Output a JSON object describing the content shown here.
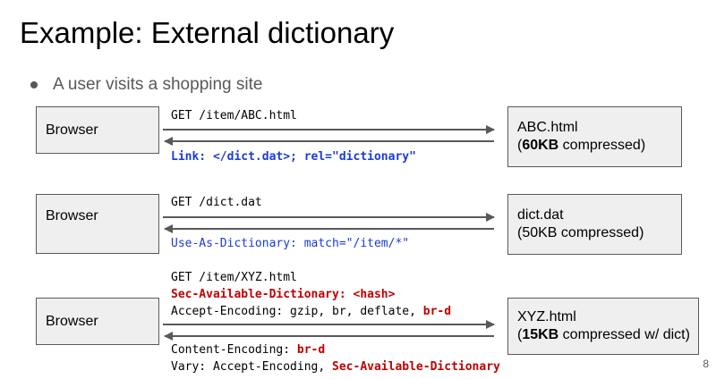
{
  "slide": {
    "title": "Example: External dictionary",
    "bullet": "A user visits a shopping site",
    "page_number": "8"
  },
  "rows": [
    {
      "left_box": "Browser",
      "right_box": {
        "line1": "ABC.html",
        "line2_bold": "60KB",
        "line2_rest": " compressed)",
        "line2_prefix": "("
      },
      "request": "GET /item/ABC.html",
      "response": "Link: </dict.dat>; rel=\"dictionary\""
    },
    {
      "left_box": "Browser",
      "right_box": {
        "line1": "dict.dat",
        "line2": "(50KB compressed)"
      },
      "request": "GET /dict.dat",
      "response": "Use-As-Dictionary: match=\"/item/*\""
    },
    {
      "left_box": "Browser",
      "right_box": {
        "line1": "XYZ.html",
        "line2_prefix": "(",
        "line2_bold": "15KB",
        "line2_rest": " compressed w/ dict)"
      },
      "request_lines": [
        "GET /item/XYZ.html",
        "Sec-Available-Dictionary: <hash>",
        "Accept-Encoding: gzip, br, deflate, ",
        "br-d"
      ],
      "response_lines": [
        "Content-Encoding: ",
        "br-d",
        "Vary: Accept-Encoding, ",
        "Sec-Available-Dictionary"
      ]
    }
  ],
  "colors": {
    "arrow": "#595959",
    "box_fill": "#efefef",
    "blue": "#1b3bd6",
    "red": "#c00000"
  }
}
